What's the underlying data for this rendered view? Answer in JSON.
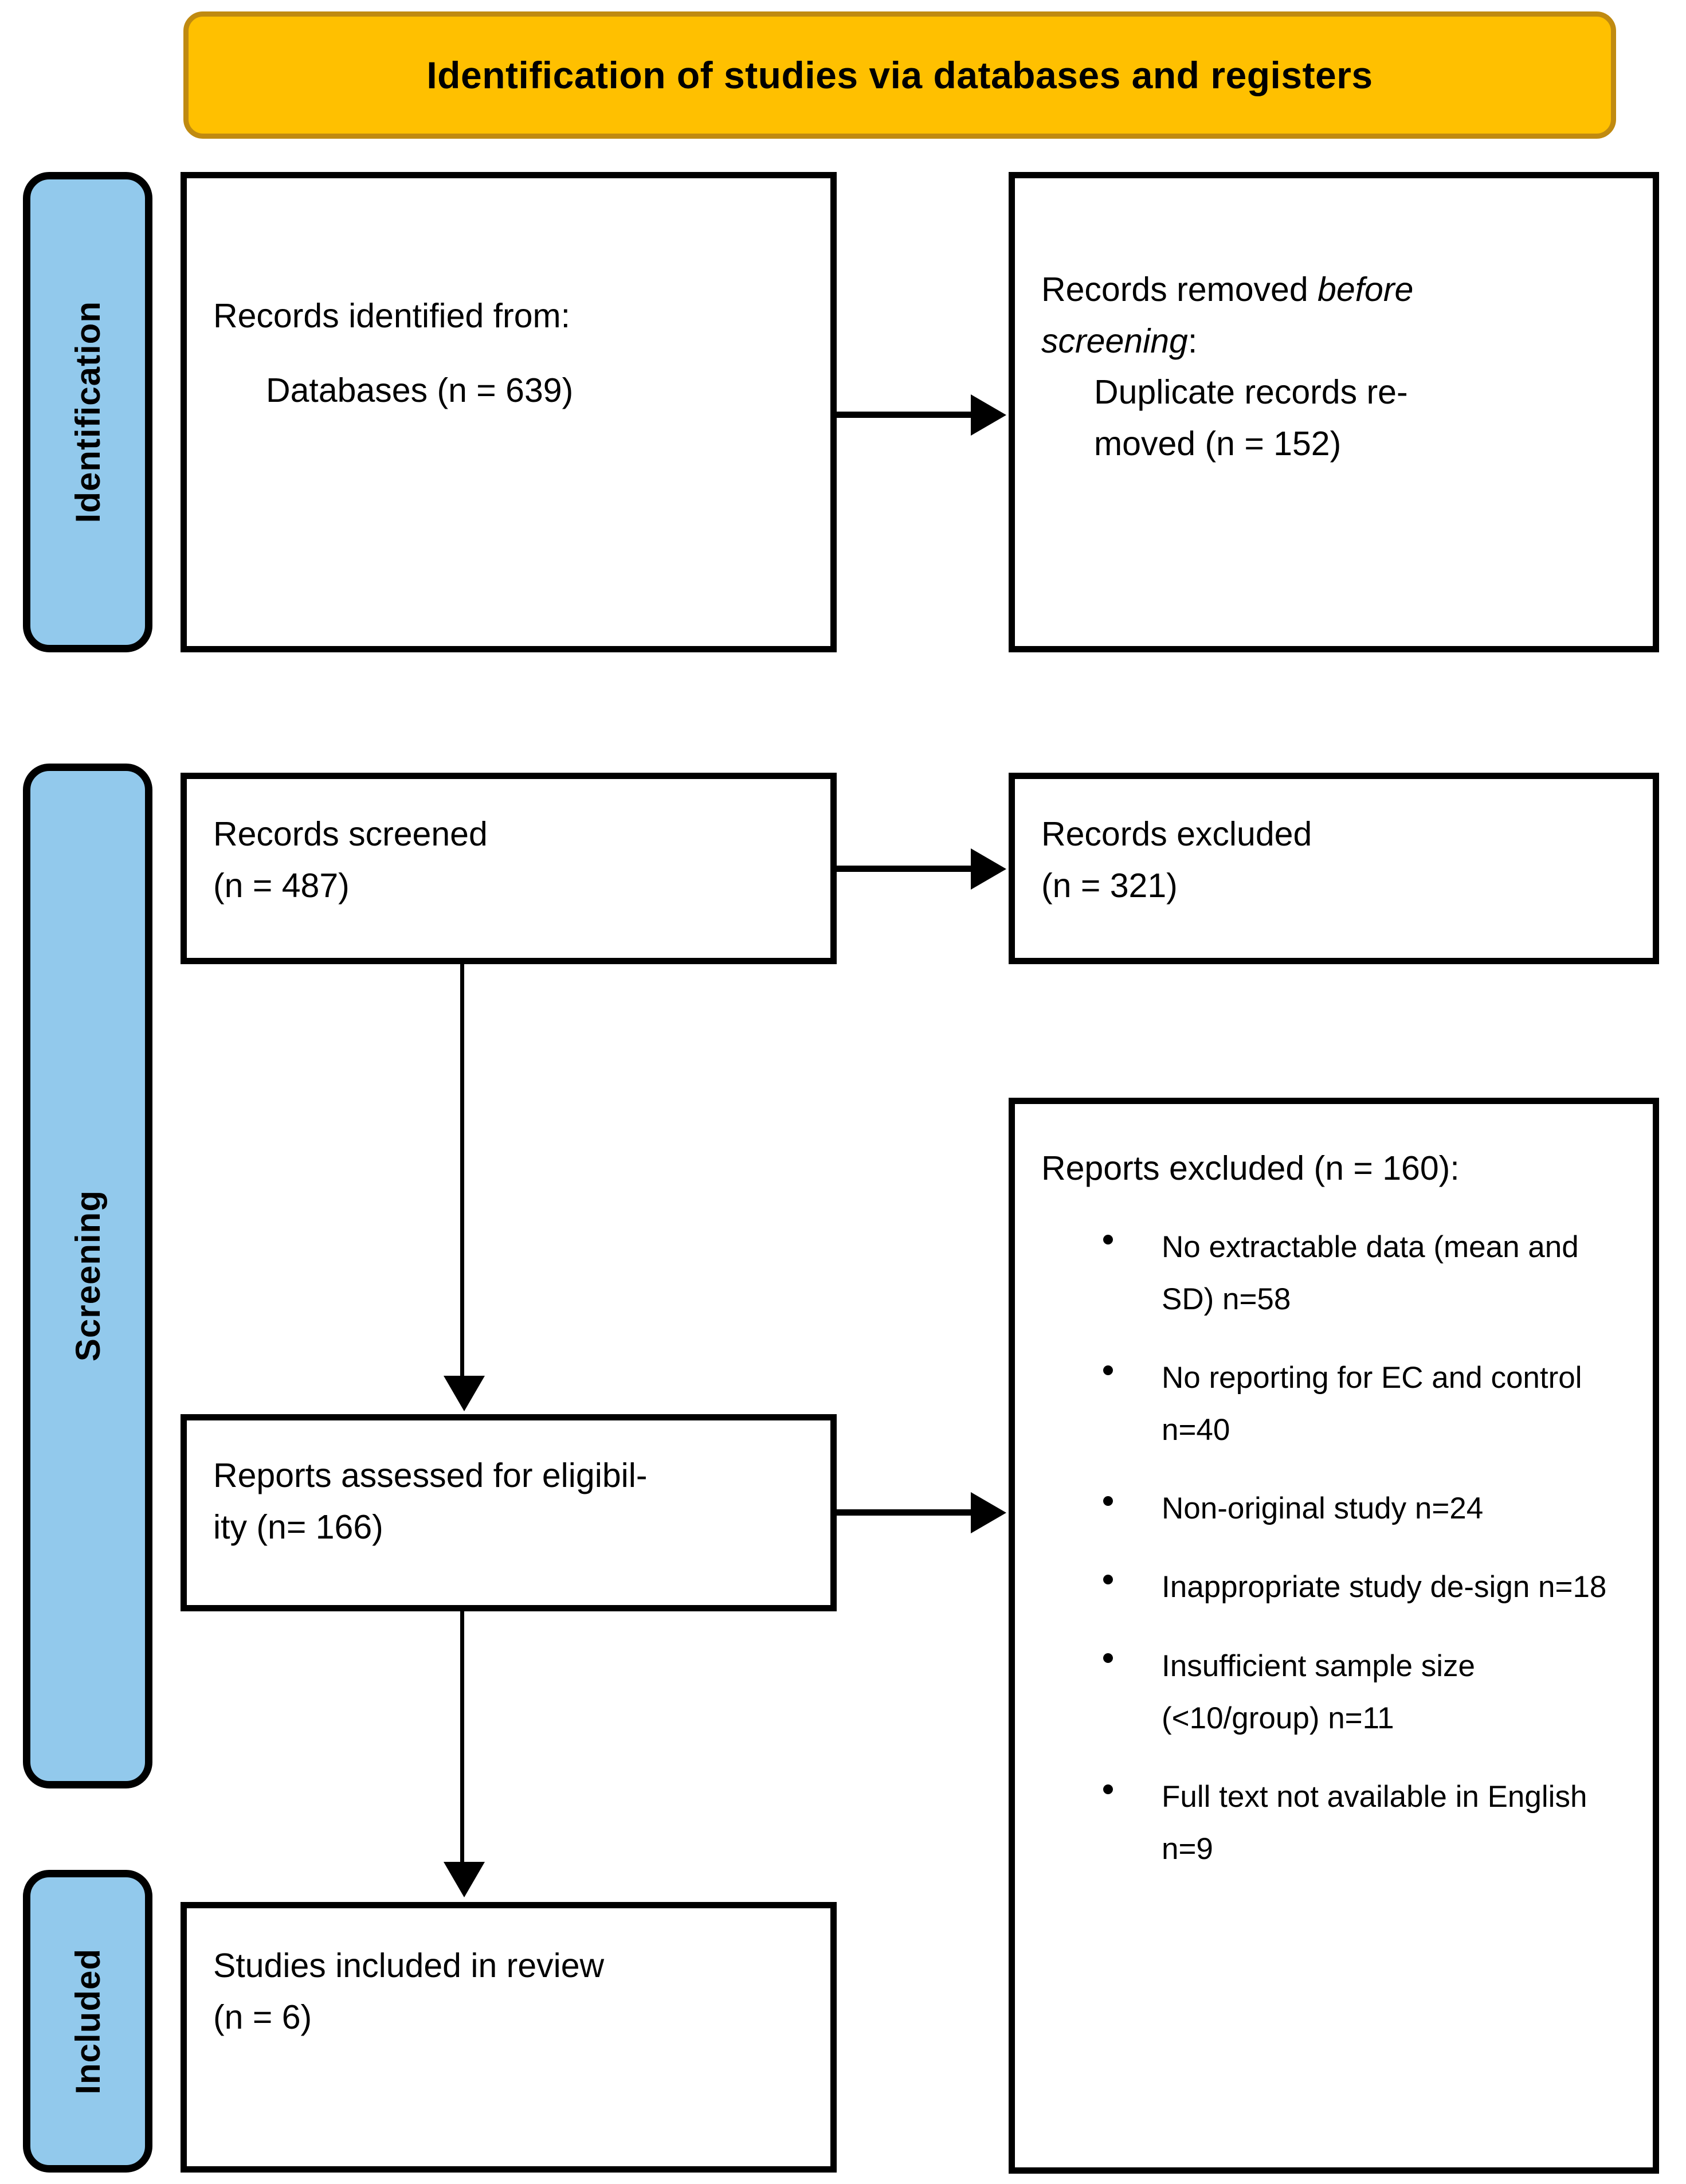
{
  "banner": {
    "title": "Identification of studies via databases and registers",
    "fill": "#FFC000",
    "border": "#C08A10"
  },
  "sidebar": {
    "fill": "#92C9EC",
    "items": [
      {
        "label": "Identification"
      },
      {
        "label": "Screening"
      },
      {
        "label": "Included"
      }
    ]
  },
  "boxes": {
    "identified": {
      "line1": "Records identified from:",
      "line2": "Databases (n = 639)"
    },
    "removed": {
      "line1_a": "Records removed ",
      "line1_b": "before",
      "line2_a": "screening",
      "line2_b": ":",
      "line3": "Duplicate records re-",
      "line4": "moved (n = 152)"
    },
    "screened": {
      "line1": "Records screened",
      "line2": "(n = 487)"
    },
    "excluded": {
      "line1": "Records excluded",
      "line2": "(n = 321)"
    },
    "eligibility": {
      "line1": "Reports assessed for eligibil-",
      "line2": "ity (n= 166)"
    },
    "reports_excluded": {
      "heading": "Reports excluded (n = 160):",
      "bullets": [
        "No extractable data (mean and SD) n=58",
        "No reporting for EC and control n=40",
        "Non-original study n=24",
        "Inappropriate study de-sign n=18",
        "Insufficient sample size (<10/group) n=11",
        "Full text not available in English n=9"
      ]
    },
    "included": {
      "line1": "Studies included in review",
      "line2": "(n = 6)"
    }
  },
  "chart_data": {
    "type": "diagram",
    "title": "Identification of studies via databases and registers",
    "nodes": [
      {
        "id": "identified",
        "stage": "Identification",
        "label": "Records identified from: Databases",
        "n": 639
      },
      {
        "id": "removed",
        "stage": "Identification",
        "label": "Records removed before screening: Duplicate records removed",
        "n": 152
      },
      {
        "id": "screened",
        "stage": "Screening",
        "label": "Records screened",
        "n": 487
      },
      {
        "id": "excluded",
        "stage": "Screening",
        "label": "Records excluded",
        "n": 321
      },
      {
        "id": "eligibility",
        "stage": "Screening",
        "label": "Reports assessed for eligibility",
        "n": 166
      },
      {
        "id": "reports_excluded",
        "stage": "Screening",
        "label": "Reports excluded",
        "n": 160
      },
      {
        "id": "included",
        "stage": "Included",
        "label": "Studies included in review",
        "n": 6
      }
    ],
    "exclusion_reasons": [
      {
        "reason": "No extractable data (mean and SD)",
        "n": 58
      },
      {
        "reason": "No reporting for EC and control",
        "n": 40
      },
      {
        "reason": "Non-original study",
        "n": 24
      },
      {
        "reason": "Inappropriate study design",
        "n": 18
      },
      {
        "reason": "Insufficient sample size (<10/group)",
        "n": 11
      },
      {
        "reason": "Full text not available in English",
        "n": 9
      }
    ],
    "edges": [
      {
        "from": "identified",
        "to": "removed"
      },
      {
        "from": "identified",
        "to": "screened"
      },
      {
        "from": "screened",
        "to": "excluded"
      },
      {
        "from": "screened",
        "to": "eligibility"
      },
      {
        "from": "eligibility",
        "to": "reports_excluded"
      },
      {
        "from": "eligibility",
        "to": "included"
      }
    ]
  }
}
